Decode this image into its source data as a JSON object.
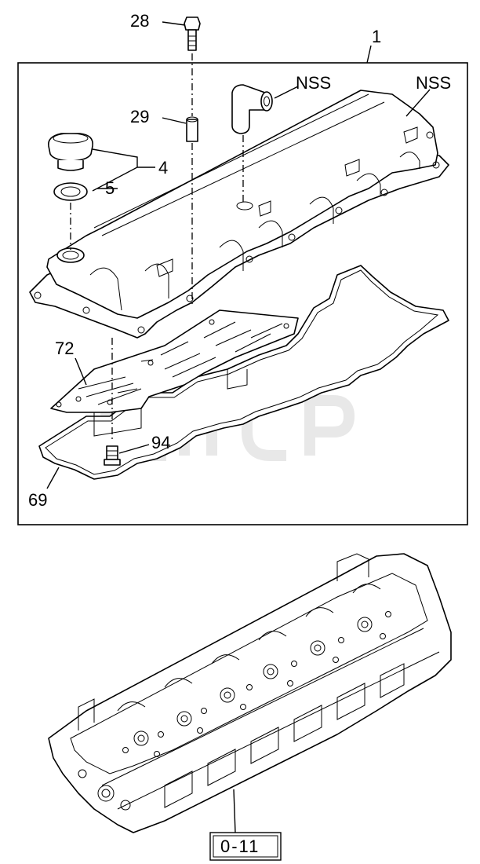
{
  "callouts": {
    "c1": "1",
    "c28": "28",
    "c29": "29",
    "c4": "4",
    "c5": "5",
    "nss_breather": "NSS",
    "nss_cover": "NSS",
    "c72": "72",
    "c94": "94",
    "c69": "69"
  },
  "watermark": {
    "trademark": "TM"
  },
  "reference_box": {
    "label": "0-11"
  }
}
